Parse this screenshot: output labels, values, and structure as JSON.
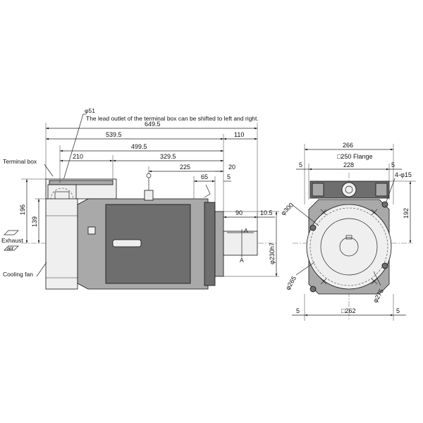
{
  "notes": {
    "terminal_dia": "φ51",
    "lead_outlet": "The lead outlet of the terminal box can be shifted to left and right."
  },
  "labels": {
    "terminal_box": "Terminal box",
    "exhaust": "Exhaust",
    "air": "air",
    "cooling_fan": "Cooling fan",
    "section_a": "A",
    "section_a2": "A"
  },
  "side_view": {
    "overall": "649.5",
    "body_len": "539.5",
    "shaft_ext": "110",
    "terminal_off": "210",
    "flange_pos": "499.5",
    "terminal_to_flange": "329.5",
    "eyebolt": "225",
    "shaft_key_len": "65",
    "flange_thk": "20",
    "spigot": "5",
    "key_len": "90",
    "key_off": "10.5",
    "height_total": "196",
    "height_center": "139",
    "spigot_dia": "φ230h7"
  },
  "front_view": {
    "width": "266",
    "flange_label": "□250 Flange",
    "pcd_square": "228",
    "margin_left": "5",
    "margin_right": "5",
    "bolt_holes": "4-φ15",
    "height_top": "192",
    "flange_dia": "φ300",
    "pcd": "φ265",
    "inner_dia": "φ275",
    "bottom_margin_left": "5",
    "bottom_margin_right": "5",
    "bottom_square": "□262"
  }
}
